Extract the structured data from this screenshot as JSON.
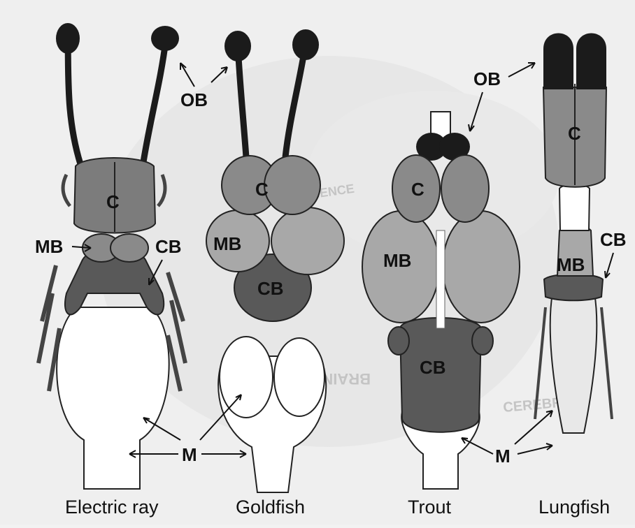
{
  "figure": {
    "species": [
      {
        "name": "Electric ray"
      },
      {
        "name": "Goldfish"
      },
      {
        "name": "Trout"
      },
      {
        "name": "Lungfish"
      }
    ],
    "labels": {
      "ob": "OB",
      "c": "C",
      "mb": "MB",
      "cb": "CB",
      "m": "M"
    },
    "background_text_fragments": [
      "CIENCE",
      "BRAINSTEM",
      "CEREBRUM"
    ],
    "colors": {
      "olfactory_bulb": "#1b1b1b",
      "cerebrum": "#8a8a8a",
      "midbrain_light": "#a8a8a8",
      "cerebellum": "#595959",
      "medulla": "#ffffff",
      "background": "#efefef"
    }
  }
}
